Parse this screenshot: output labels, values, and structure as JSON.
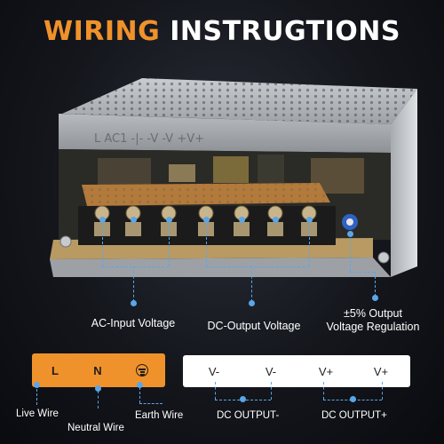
{
  "title": {
    "part1": "WIRING",
    "part2": "INSTRUGTIONS"
  },
  "callouts": {
    "ac_input": "AC-Input Voltage",
    "dc_output": "DC-Output Voltage",
    "regulation": "±5% Output\nVoltage Regulation"
  },
  "ac_terminals": {
    "items": [
      "L",
      "N"
    ],
    "earth_icon": "earth-ground-icon",
    "labels": {
      "live": "Live Wire",
      "neutral": "Neutral Wire",
      "earth": "Earth Wire"
    }
  },
  "dc_terminals": {
    "items": [
      "V-",
      "V-",
      "V+",
      "V+"
    ],
    "labels": {
      "neg": "DC OUTPUT-",
      "pos": "DC OUTPUT+"
    }
  },
  "psu_panel_text": "L AC1 -|- -V -V +V+",
  "colors": {
    "accent": "#f0922b",
    "marker": "#5aa6e8",
    "background": "#0d0f14"
  }
}
